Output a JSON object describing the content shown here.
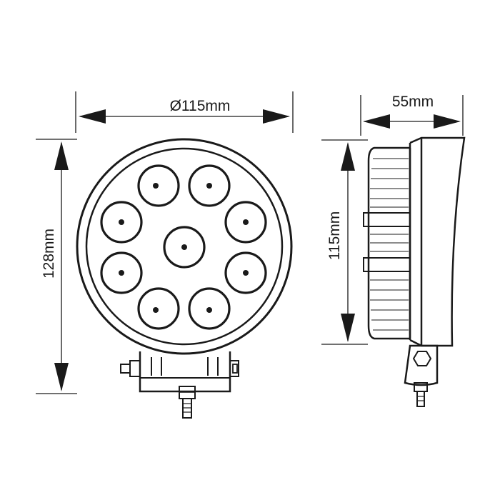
{
  "drawing": {
    "subject": "Round LED work light dimension drawing",
    "led_count": 9,
    "dimensions": {
      "front_diameter": "Ø115mm",
      "front_height": "128mm",
      "side_depth": "55mm",
      "side_height": "115mm"
    }
  },
  "colors": {
    "line": "#1a1a1a",
    "background": "#ffffff"
  }
}
